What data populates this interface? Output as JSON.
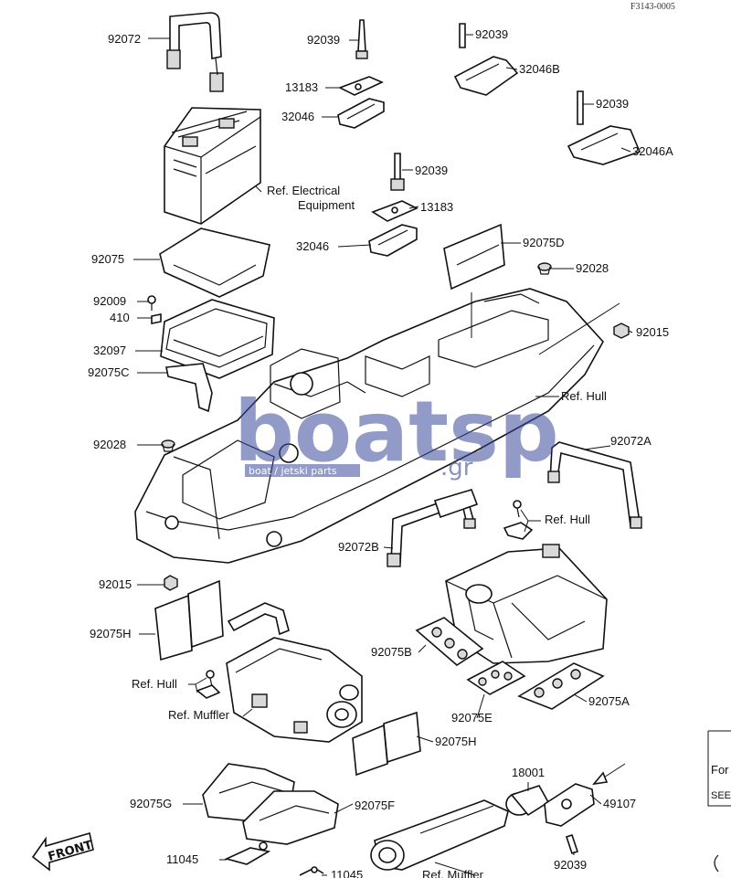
{
  "diagram_code": "F3143-0005",
  "labels": {
    "p92072": "92072",
    "p92039_a": "92039",
    "p13183_a": "13183",
    "p32046_a": "32046",
    "p92039_b": "92039",
    "p32046B": "32046B",
    "p92039_c": "92039",
    "p32046A": "32046A",
    "ref_electrical_1": "Ref. Electrical",
    "ref_electrical_2": "Equipment",
    "p92039_d": "92039",
    "p13183_b": "13183",
    "p32046_b": "32046",
    "p92075D": "92075D",
    "p92075": "92075",
    "p92028_a": "92028",
    "p92009": "92009",
    "p410": "410",
    "p92015_a": "92015",
    "p32097": "32097",
    "p92075C": "92075C",
    "ref_hull_a": "Ref. Hull",
    "p92028_b": "92028",
    "p92072A": "92072A",
    "ref_hull_b": "Ref. Hull",
    "p92072B": "92072B",
    "p92015_b": "92015",
    "p92075H_a": "92075H",
    "p92075B": "92075B",
    "ref_hull_c": "Ref. Hull",
    "ref_muffler_a": "Ref. Muffler",
    "p92075E": "92075E",
    "p92075A": "92075A",
    "p92075H_b": "92075H",
    "p18001": "18001",
    "p92075G": "92075G",
    "p92075F": "92075F",
    "p49107": "49107",
    "p11045_a": "11045",
    "p11045_b": "11045",
    "p92039_e": "92039",
    "ref_muffler_b": "Ref. Muffler",
    "box_text_1": "For",
    "box_text_2": "SEE",
    "front": "FRONT"
  },
  "watermark": {
    "brand": "boatsp",
    "tagline": "boat / jetski parts",
    "domain": ".gr",
    "color": "#3a4a9a"
  }
}
